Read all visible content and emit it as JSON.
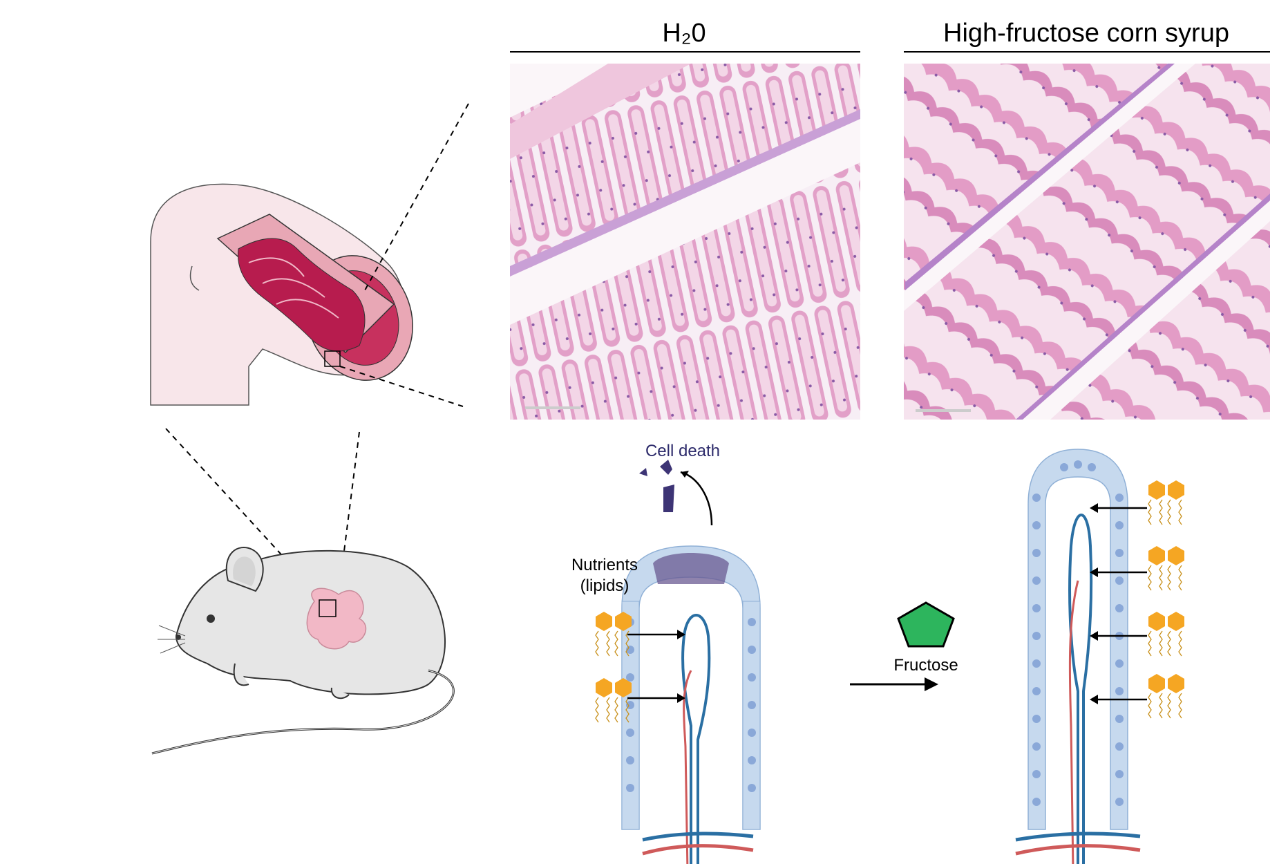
{
  "panels": {
    "left_title": "H₂0",
    "right_title": "High-fructose corn syrup"
  },
  "labels": {
    "cell_death": "Cell death",
    "nutrients_line1": "Nutrients",
    "nutrients_line2": "(lipids)",
    "fructose": "Fructose"
  },
  "colors": {
    "villus_cell": "#c6d9ee",
    "nucleus": "#8aa8d8",
    "dying_cell": "#6a5a91",
    "lacteal": "#2a6fa3",
    "capillary": "#cf5a5a",
    "lipid_head": "#f5a623",
    "fructose": "#2db55d",
    "tissue_pink": "#e9a9c9",
    "tissue_purple": "#9a6fb2",
    "intestine_lumen": "#b71c4e"
  }
}
